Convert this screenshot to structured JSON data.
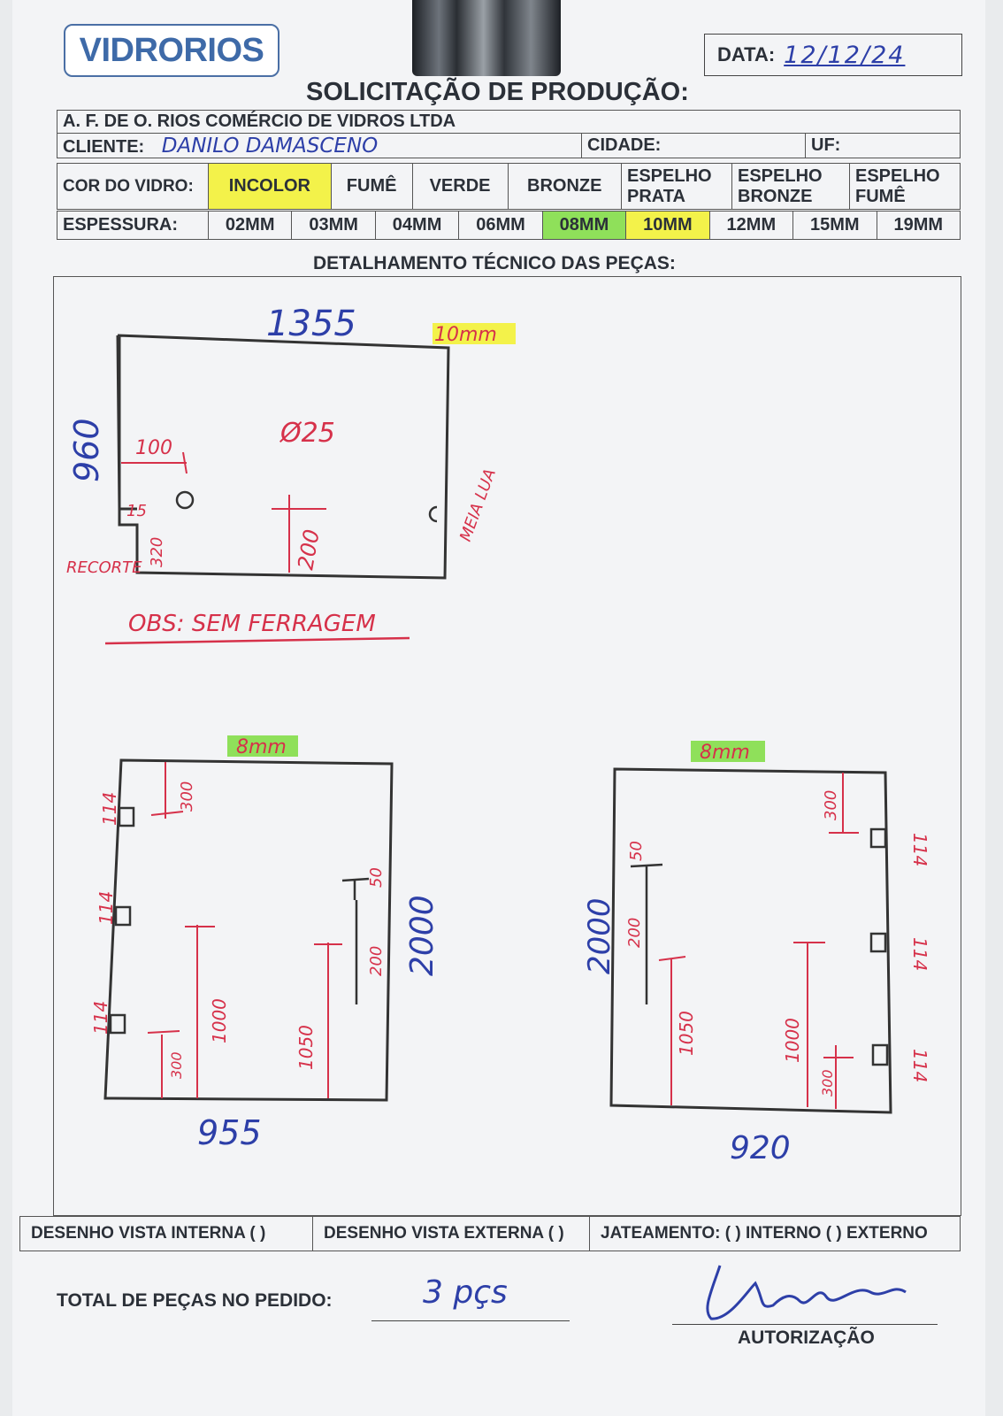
{
  "header": {
    "logo": "VIDRORIOS",
    "date_label": "DATA:",
    "date_value": "12/12/24",
    "title": "SOLICITAÇÃO DE PRODUÇÃO:",
    "company": "A. F. DE O. RIOS COMÉRCIO DE VIDROS LTDA"
  },
  "client": {
    "label": "CLIENTE:",
    "value": "DANILO DAMASCENO",
    "city_label": "CIDADE:",
    "city_value": "",
    "uf_label": "UF:",
    "uf_value": ""
  },
  "glass_color": {
    "label": "COR DO VIDRO:",
    "options": [
      "INCOLOR",
      "FUMÊ",
      "VERDE",
      "BRONZE",
      "ESPELHO PRATA",
      "ESPELHO BRONZE",
      "ESPELHO FUMÊ"
    ],
    "selected": "INCOLOR",
    "highlight_color": "#f3f24a"
  },
  "thickness": {
    "label": "ESPESSURA:",
    "options": [
      "02MM",
      "03MM",
      "04MM",
      "06MM",
      "08MM",
      "10MM",
      "12MM",
      "15MM",
      "19MM"
    ],
    "selected": [
      "08MM",
      "10MM"
    ],
    "highlight_colors": {
      "08MM": "#8fe05a",
      "10MM": "#f3f24a"
    }
  },
  "technical_section": {
    "title": "DETALHAMENTO TÉCNICO DAS PEÇAS:",
    "pieces": [
      {
        "thickness_note": "10mm",
        "width": "1355",
        "height": "960",
        "hole_label": "Ø25",
        "offset_left": "100",
        "offset_center": "200",
        "cutout_width": "15",
        "cutout_height": "320",
        "cutout_label": "RECORTE",
        "half_moon_label": "MEIA LUA",
        "note": "OBS: SEM FERRAGEM"
      },
      {
        "thickness_note": "8mm",
        "width": "955",
        "height": "2000",
        "hinge_labels": [
          "114",
          "114",
          "114"
        ],
        "dims": [
          "300",
          "1000",
          "1050",
          "300",
          "200",
          "50"
        ]
      },
      {
        "thickness_note": "8mm",
        "width": "920",
        "height": "2000",
        "hinge_labels": [
          "114",
          "114",
          "114"
        ],
        "dims": [
          "300",
          "50",
          "200",
          "1050",
          "1000",
          "300"
        ]
      }
    ]
  },
  "footer": {
    "internal_view": "DESENHO VISTA INTERNA ( )",
    "external_view": "DESENHO VISTA EXTERNA ( )",
    "sandblasting": "JATEAMENTO: ( ) INTERNO ( ) EXTERNO",
    "total_label": "TOTAL DE PEÇAS NO PEDIDO:",
    "total_value": "3 pçs",
    "authorization_label": "AUTORIZAÇÃO"
  },
  "colors": {
    "ink_blue": "#2d3fa8",
    "ink_red": "#d6314a",
    "highlight_green": "#8fe05a",
    "highlight_yellow": "#f3f24a"
  }
}
